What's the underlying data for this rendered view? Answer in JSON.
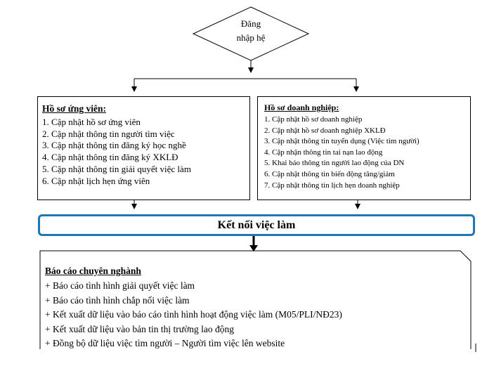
{
  "start": {
    "label_line1": "Đăng",
    "label_line2": "nhập hệ"
  },
  "candidate_box": {
    "title": "Hồ sơ ứng viên:",
    "items": [
      "1. Cập nhật hồ sơ ứng viên",
      "2. Cập nhật thông tin người tìm việc",
      "3. Cập nhật thông tin đăng ký học nghề",
      "4. Cập nhật thông tin đăng ký XKLĐ",
      "5. Cập nhật thông tin giải quyết việc làm",
      "6. Cập nhật lịch hẹn ứng viên"
    ]
  },
  "enterprise_box": {
    "title": "Hồ sơ doanh nghiệp:",
    "items": [
      "1. Cập nhật hồ sơ doanh nghiệp",
      "2. Cập nhật hồ sơ doanh nghiệp XKLĐ",
      "3. Cập nhật thông tin tuyển dụng (Việc  tìm người)",
      "4. Cập nhận thông tin tai nạn lao động",
      "5. Khai báo thông tin người  lao động của DN",
      "6. Cập nhật thông tin biến động tăng/giảm",
      "7. Cập nhật thông tin lịch  hẹn doanh nghiệp"
    ]
  },
  "connect_box": {
    "label": "Kết nối việc làm"
  },
  "report_box": {
    "title": "Báo cáo chuyên nghành",
    "items": [
      "+ Báo cáo tình hình giải quyết việc làm",
      "+ Báo cáo tình hình chắp nối việc làm",
      "+ Kết xuất dữ liệu vào báo cáo tình hình hoạt động việc làm (M05/PLI/NĐ23)",
      "+ Kết xuất dữ liệu vào bản tin thị trường lao động",
      "+ Đồng bộ dữ liệu việc tìm người – Người tìm việc lên website"
    ]
  },
  "colors": {
    "connect_border": "#1f77b4",
    "stroke": "#000000"
  }
}
